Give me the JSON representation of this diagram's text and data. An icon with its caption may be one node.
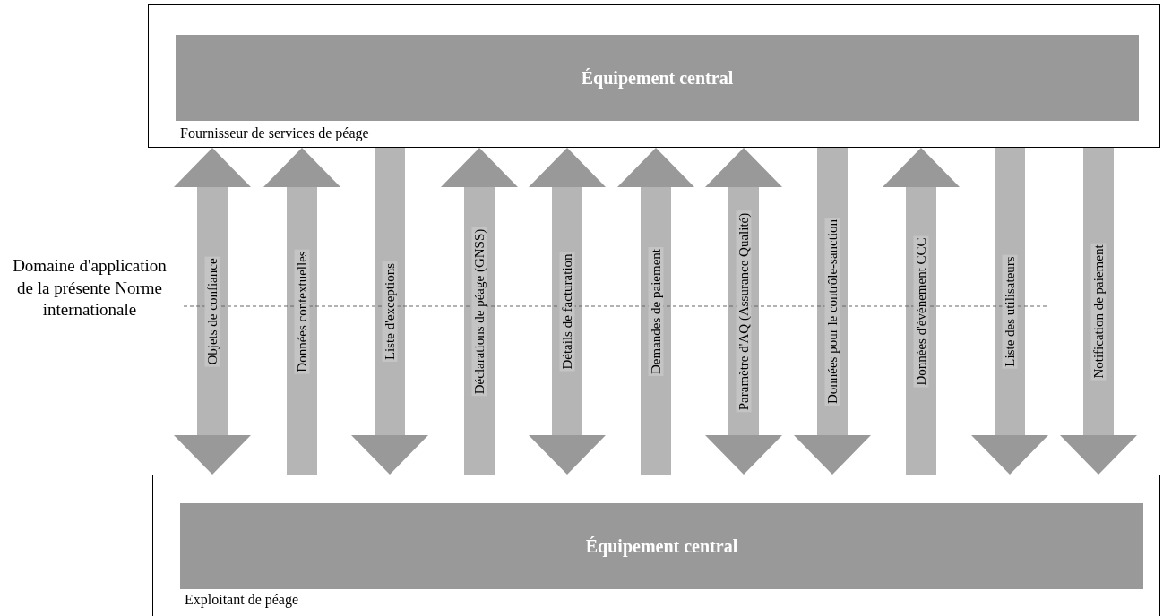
{
  "diagram": {
    "nodes": [
      {
        "text": [
          "Fournisseur de services de péage"
        ]
      },
      {
        "text": [
          "Équipement central"
        ],
        "in": 0
      },
      {
        "text": [
          "Exploitant de péage"
        ]
      },
      {
        "text": [
          "Équipement central"
        ],
        "in": 2
      }
    ],
    "edges": [
      {
        "from": 0,
        "to": 2,
        "arrow": "both",
        "label": "Objets de confiance"
      },
      {
        "from": 2,
        "to": 0,
        "arrow": "to",
        "label": "Données contextuelles"
      },
      {
        "from": 0,
        "to": 2,
        "arrow": "to",
        "label": "Liste d'exceptions"
      },
      {
        "from": 2,
        "to": 0,
        "arrow": "to",
        "label": "Déclarations de péage (GNSS)"
      },
      {
        "from": 0,
        "to": 2,
        "arrow": "both",
        "label": "Détails de facturation"
      },
      {
        "from": 2,
        "to": 0,
        "arrow": "to",
        "label": "Demandes de paiement"
      },
      {
        "from": 0,
        "to": 2,
        "arrow": "both",
        "label": "Paramètre d'AQ (Assurance Qualité)"
      },
      {
        "from": 0,
        "to": 2,
        "arrow": "to",
        "label": "Données pour le contrôle-sanction"
      },
      {
        "from": 2,
        "to": 0,
        "arrow": "to",
        "label": "Données d'événement CCC"
      },
      {
        "from": 0,
        "to": 2,
        "arrow": "to",
        "label": "Liste des utilisateurs"
      },
      {
        "from": 0,
        "to": 2,
        "arrow": "to",
        "label": "Notification de paiement"
      }
    ],
    "labels": [
      "Domaine d'application de la présente Norme internationale"
    ]
  }
}
